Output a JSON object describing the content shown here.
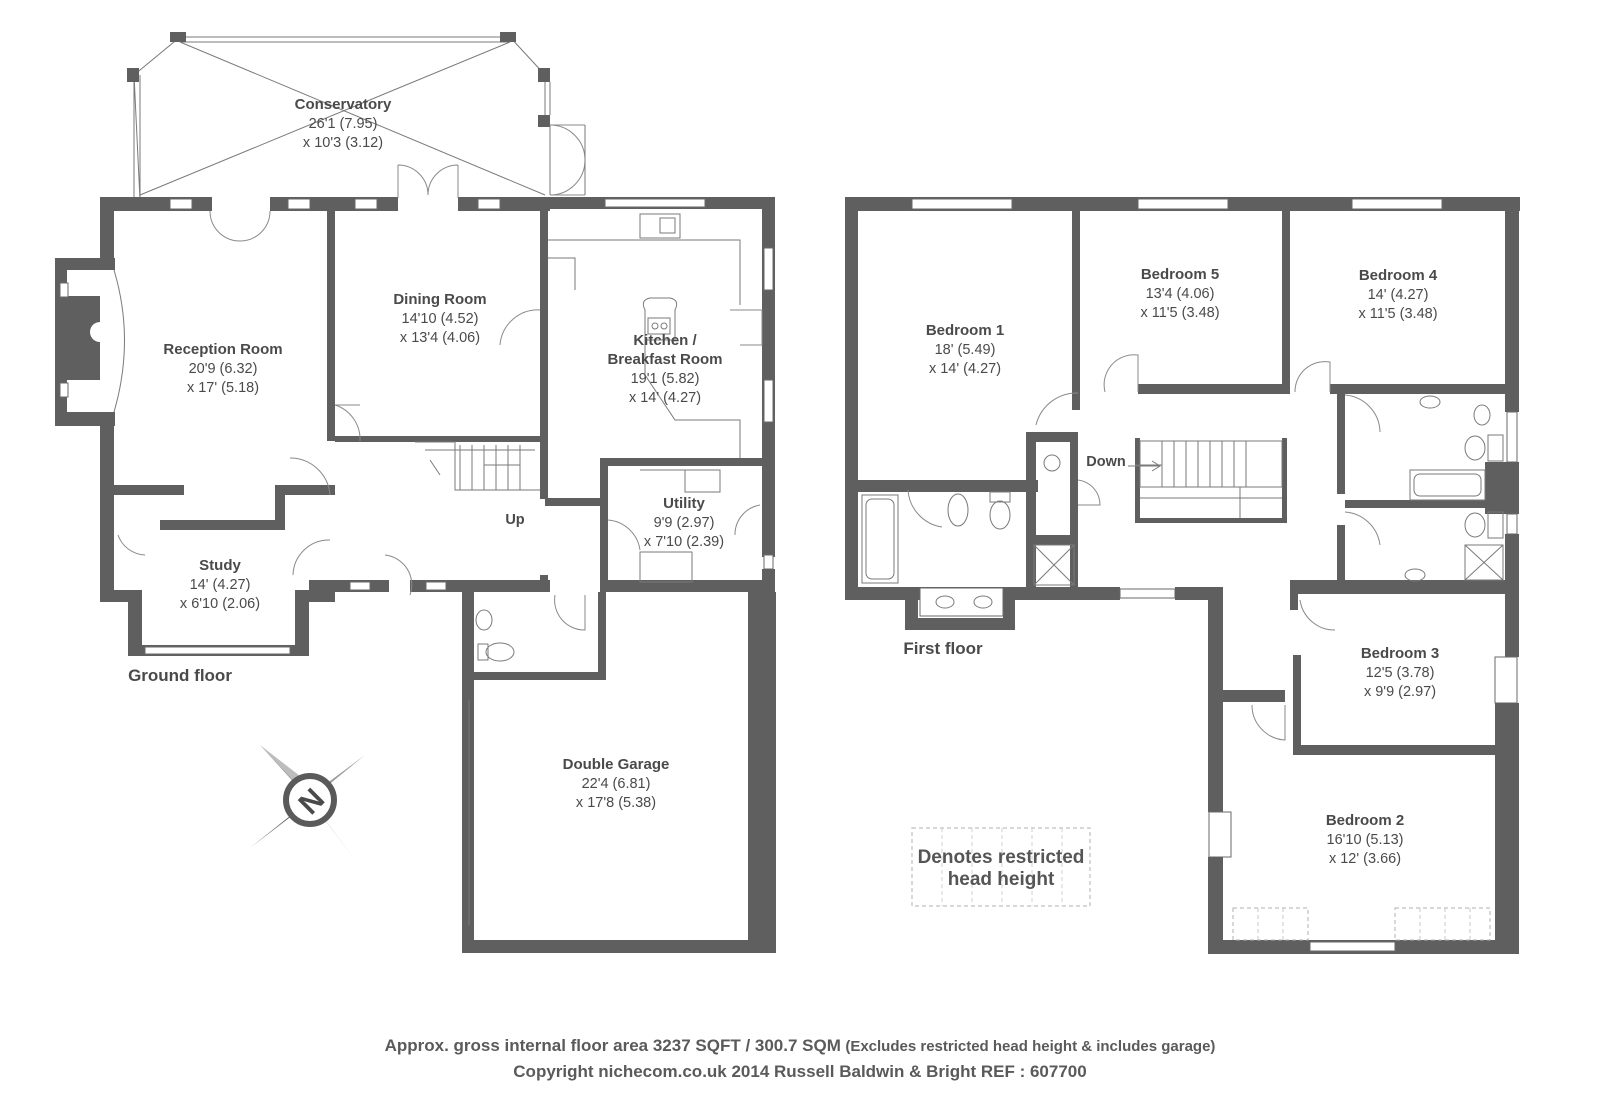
{
  "floors": {
    "ground": "Ground floor",
    "first": "First floor"
  },
  "rooms": {
    "conservatory": {
      "name": "Conservatory",
      "dim1": "26'1 (7.95)",
      "dim2": "x 10'3 (3.12)"
    },
    "reception": {
      "name": "Reception Room",
      "dim1": "20'9 (6.32)",
      "dim2": "x 17' (5.18)"
    },
    "dining": {
      "name": "Dining Room",
      "dim1": "14'10 (4.52)",
      "dim2": "x 13'4 (4.06)"
    },
    "kitchen": {
      "name": "Kitchen /",
      "name2": "Breakfast Room",
      "dim1": "19'1 (5.82)",
      "dim2": "x 14' (4.27)"
    },
    "utility": {
      "name": "Utility",
      "dim1": "9'9 (2.97)",
      "dim2": "x 7'10 (2.39)"
    },
    "study": {
      "name": "Study",
      "dim1": "14' (4.27)",
      "dim2": "x 6'10 (2.06)"
    },
    "garage": {
      "name": "Double Garage",
      "dim1": "22'4 (6.81)",
      "dim2": "x 17'8 (5.38)"
    },
    "bed1": {
      "name": "Bedroom 1",
      "dim1": "18' (5.49)",
      "dim2": "x 14' (4.27)"
    },
    "bed5": {
      "name": "Bedroom 5",
      "dim1": "13'4 (4.06)",
      "dim2": "x 11'5 (3.48)"
    },
    "bed4": {
      "name": "Bedroom 4",
      "dim1": "14' (4.27)",
      "dim2": "x 11'5 (3.48)"
    },
    "bed3": {
      "name": "Bedroom 3",
      "dim1": "12'5 (3.78)",
      "dim2": "x 9'9 (2.97)"
    },
    "bed2": {
      "name": "Bedroom 2",
      "dim1": "16'10 (5.13)",
      "dim2": "x 12' (3.66)"
    }
  },
  "stairs": {
    "up": "Up",
    "down": "Down"
  },
  "legend": {
    "line1": "Denotes restricted",
    "line2": "head height"
  },
  "compass": {
    "letter": "N"
  },
  "footer": {
    "area": "Approx. gross internal floor area 3237 SQFT / 300.7 SQM",
    "area_note": "(Excludes restricted head height & includes garage)",
    "copyright": "Copyright nichecom.co.uk 2014 Russell Baldwin & Bright REF : 607700"
  },
  "colors": {
    "wall": "#5f5f5f",
    "text": "#4a4a4a"
  }
}
